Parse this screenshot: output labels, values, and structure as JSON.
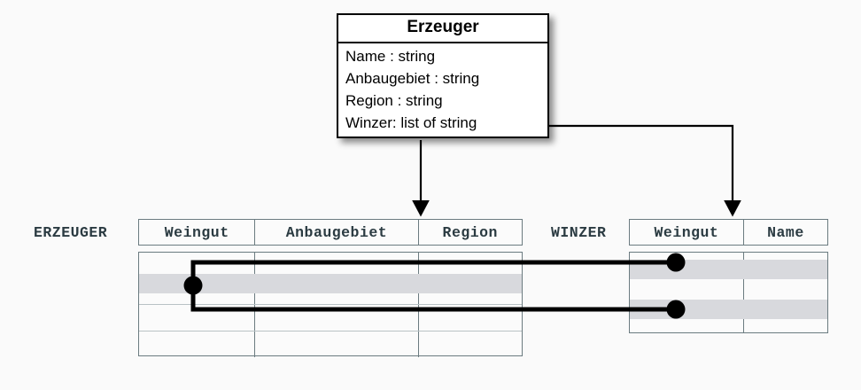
{
  "diagram": {
    "title": "Erzeuger UML class to relational tables mapping",
    "background_color": "#fafafa"
  },
  "uml_class": {
    "name": "Erzeuger",
    "attributes": [
      "Name : string",
      "Anbaugebiet : string",
      "Region : string",
      "Winzer: list of string"
    ],
    "border_color": "#000000",
    "fill_color": "#ffffff"
  },
  "tables": [
    {
      "label": "ERZEUGER",
      "columns": [
        "Weingut",
        "Anbaugebiet",
        "Region"
      ],
      "row_count": 4,
      "highlighted_rows": [
        2
      ]
    },
    {
      "label": "WINZER",
      "columns": [
        "Weingut",
        "Name"
      ],
      "row_count": 3,
      "highlighted_rows": [
        1,
        3
      ]
    }
  ],
  "style": {
    "header_text_color": "#2b3b42",
    "table_border_color": "#6b7b80",
    "table_fill_color": "#fbfbfb",
    "highlight_color": "#d8d9dd",
    "connector_color": "#000000"
  },
  "connectors": [
    {
      "name": "erzeuger-mapping-arrow",
      "from": "Erzeuger class box bottom",
      "to": "ERZEUGER table Region column header",
      "arrowhead": "filled-triangle"
    },
    {
      "name": "winzer-mapping-arrow",
      "from": "Winzer: list of string attribute",
      "to": "WINZER table Weingut column header",
      "arrowhead": "filled-triangle"
    },
    {
      "name": "foreign-key-link-upper",
      "from": "ERZEUGER row 2 Weingut",
      "to": "WINZER row 1 Weingut",
      "endpoint_marker": "filled-circle"
    },
    {
      "name": "foreign-key-link-lower",
      "from": "ERZEUGER row 2 Weingut",
      "to": "WINZER row 3 Weingut",
      "endpoint_marker": "filled-circle"
    }
  ]
}
